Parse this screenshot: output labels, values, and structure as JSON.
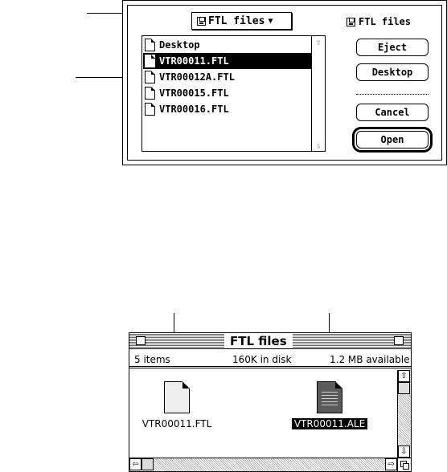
{
  "open_dialog": {
    "folder_popup": {
      "label": "FTL files",
      "icon": "floppy-disk-icon",
      "arrow": "▼"
    },
    "files": [
      {
        "name": "Desktop",
        "selected": false
      },
      {
        "name": "VTR00011.FTL",
        "selected": true
      },
      {
        "name": "VTR00012A.FTL",
        "selected": false
      },
      {
        "name": "VTR00015.FTL",
        "selected": false
      },
      {
        "name": "VTR00016.FTL",
        "selected": false
      }
    ],
    "volume_label": "FTL files",
    "buttons": {
      "eject": "Eject",
      "desktop": "Desktop",
      "cancel": "Cancel",
      "open": "Open"
    }
  },
  "finder_window": {
    "title": "FTL files",
    "info": {
      "items": "5 items",
      "disk": "160K in disk",
      "available": "1.2 MB available"
    },
    "icons": [
      {
        "name": "VTR00011.FTL",
        "selected": false
      },
      {
        "name": "VTR00011.ALE",
        "selected": true
      }
    ]
  }
}
